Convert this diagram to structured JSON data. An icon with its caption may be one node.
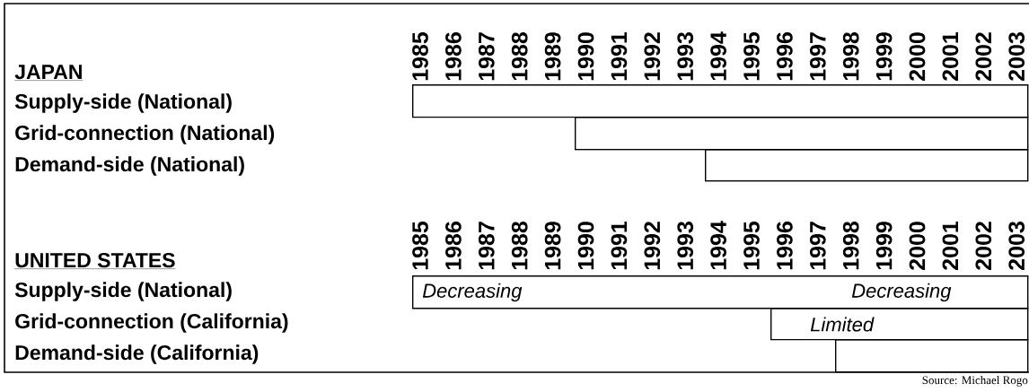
{
  "diagram": {
    "nodes": [
      {
        "text": [],
        "shape": "bar"
      },
      {
        "text": [],
        "shape": "bar"
      },
      {
        "text": [],
        "shape": "bar"
      },
      {
        "text": [
          "Decreasing",
          "Decreasing"
        ]
      },
      {
        "text": [
          "Limited"
        ]
      },
      {
        "text": [],
        "shape": "bar"
      }
    ],
    "labels": [
      "1985",
      "1986",
      "1987",
      "1988",
      "1989",
      "1990",
      "1991",
      "1992",
      "1993",
      "1994",
      "1995",
      "1996",
      "1997",
      "1998",
      "1999",
      "2000",
      "2001",
      "2002",
      "2003",
      "JAPAN",
      "Supply-side (National)",
      "Grid-connection (National)",
      "Demand-side (National)",
      "1985",
      "1986",
      "1987",
      "1988",
      "1989",
      "1990",
      "1991",
      "1992",
      "1993",
      "1994",
      "1995",
      "1996",
      "1997",
      "1998",
      "1999",
      "2000",
      "2001",
      "2002",
      "2003",
      "UNITED STATES",
      "Supply-side (National)",
      "Grid-connection (California)",
      "Demand-side (California)",
      "Source: Michael Rogo"
    ]
  }
}
